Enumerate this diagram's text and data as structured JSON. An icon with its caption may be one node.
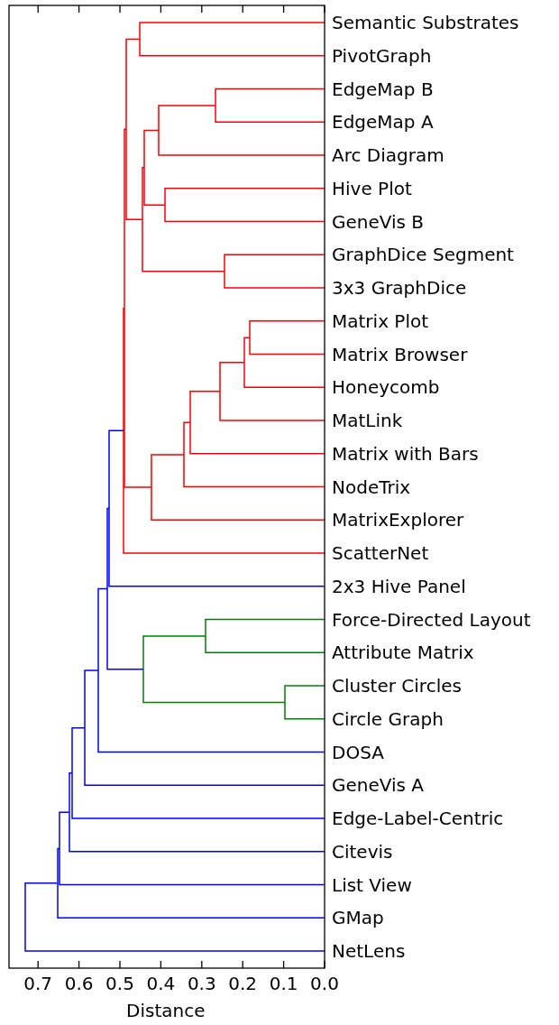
{
  "diagram": {
    "labels": [
      "Semantic Substrates",
      "PivotGraph",
      "EdgeMap B",
      "EdgeMap A",
      "Arc Diagram",
      "Hive Plot",
      "GeneVis B",
      "GraphDice Segment",
      "3x3 GraphDice",
      "Matrix Plot",
      "Matrix Browser",
      "Honeycomb",
      "MatLink",
      "Matrix with Bars",
      "NodeTrix",
      "MatrixExplorer",
      "ScatterNet",
      "2x3 Hive Panel",
      "Force-Directed Layout",
      "Attribute Matrix",
      "Cluster Circles",
      "Circle Graph",
      "DOSA",
      "GeneVis A",
      "Edge-Label-Centric",
      "Citevis",
      "List View",
      "GMap",
      "NetLens",
      "0.7",
      "0.6",
      "0.5",
      "0.4",
      "0.3",
      "0.2",
      "0.1",
      "0.0",
      "Distance"
    ]
  }
}
